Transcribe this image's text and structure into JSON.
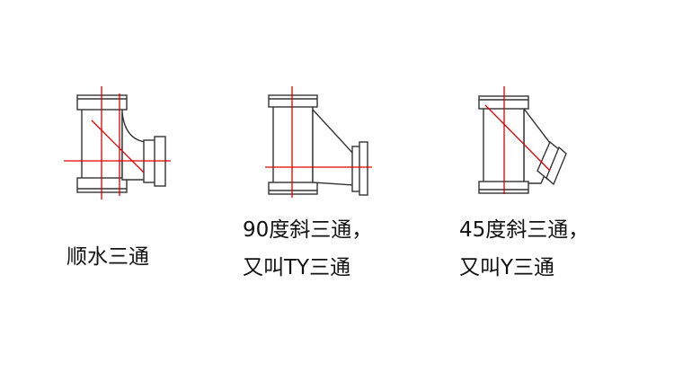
{
  "fittings": [
    {
      "caption_lines": [
        "顺水三通"
      ]
    },
    {
      "caption_lines": [
        "90度斜三通，",
        "又叫TY三通"
      ]
    },
    {
      "caption_lines": [
        "45度斜三通，",
        "又叫Y三通"
      ]
    }
  ],
  "colors": {
    "outline": "#333333",
    "centerline": "#e00000",
    "text": "#111111",
    "background": "#ffffff"
  }
}
